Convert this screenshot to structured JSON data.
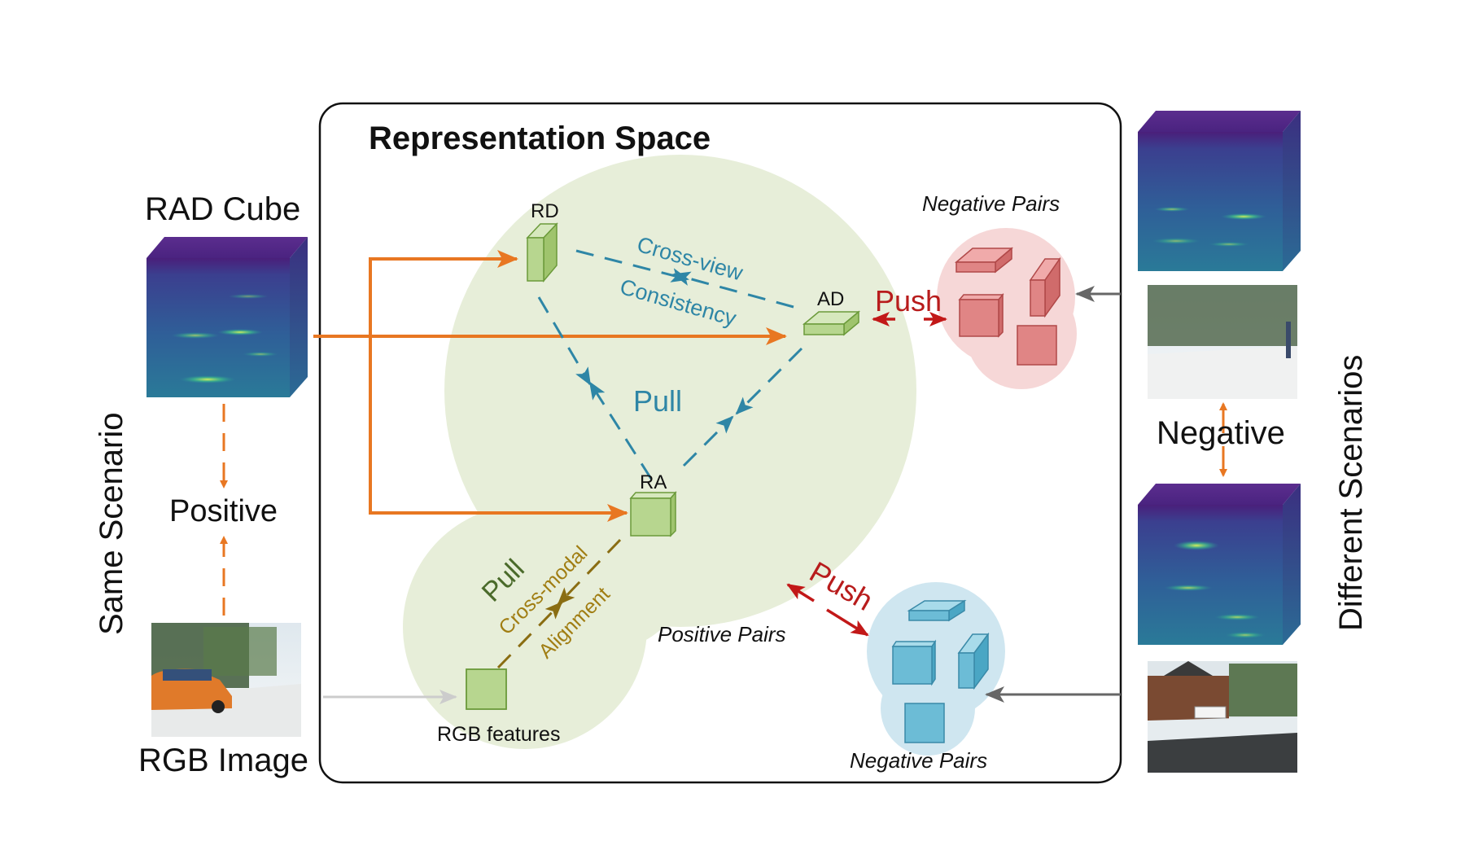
{
  "title": "Representation Space",
  "left": {
    "rad_cube_label": "RAD Cube",
    "rgb_image_label": "RGB Image",
    "positive_label": "Positive",
    "side_label": "Same Scenario"
  },
  "right": {
    "negative_label": "Negative",
    "side_label": "Different Scenarios"
  },
  "space": {
    "rd_label": "RD",
    "ad_label": "AD",
    "ra_label": "RA",
    "rgb_features_label": "RGB features",
    "cross_view_line1": "Cross-view",
    "cross_view_line2": "Consistency",
    "pull_view_label": "Pull",
    "pull_modal_label": "Pull",
    "cross_modal_line1": "Cross-modal",
    "cross_modal_line2": "Alignment",
    "push_top_label": "Push",
    "push_bottom_label": "Push",
    "positive_pairs_label": "Positive Pairs",
    "negative_pairs_top_label": "Negative Pairs",
    "negative_pairs_bottom_label": "Negative Pairs"
  },
  "colors": {
    "orange": "#e87722",
    "teal": "#2e86a6",
    "olive": "#8a6d12",
    "push_red": "#b81c1c",
    "green_blob": "#e7eed9",
    "green_cube": "#b7d68f",
    "red_cluster": "#f6d7d7",
    "red_cube": "#e08585",
    "blue_cluster": "#cfe6f0",
    "blue_cube": "#6cbcd6"
  }
}
